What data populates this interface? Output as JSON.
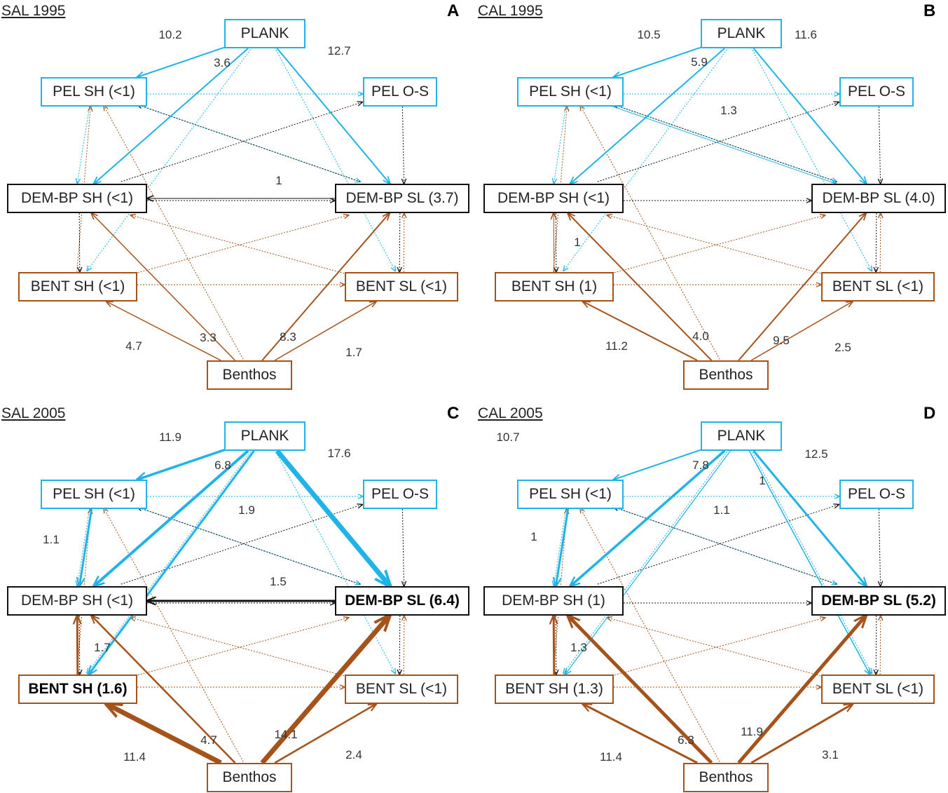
{
  "colors": {
    "plankton": "#1fb3e8",
    "demersal": "#111111",
    "benthos": "#a5521b"
  },
  "panels": [
    {
      "id": "A",
      "title": "SAL 1995",
      "letter": "A",
      "nodes": {
        "plank": "PLANK",
        "pel_sh": "PEL SH (<1)",
        "pel_os": "PEL O-S",
        "dem_sh": "DEM-BP SH (<1)",
        "dem_sl": "DEM-BP SL (3.7)",
        "bent_sh": "BENT SH (<1)",
        "bent_sl": "BENT SL (<1)",
        "benthos": "Benthos"
      },
      "bold_nodes": [],
      "flows": [
        {
          "from": "plank",
          "to": "pel_sh",
          "value": "10.2",
          "color": "plankton",
          "width": 2
        },
        {
          "from": "plank",
          "to": "dem_sh",
          "value": "3.6",
          "color": "plankton",
          "width": 2
        },
        {
          "from": "plank",
          "to": "dem_sl",
          "value": "12.7",
          "color": "plankton",
          "width": 2
        },
        {
          "from": "dem_sl",
          "to": "dem_sh",
          "value": "1",
          "color": "demersal",
          "width": 1
        },
        {
          "from": "benthos",
          "to": "bent_sh",
          "value": "4.7",
          "color": "benthos",
          "width": 1.5
        },
        {
          "from": "benthos",
          "to": "dem_sh",
          "value": "3.3",
          "color": "benthos",
          "width": 1.5
        },
        {
          "from": "benthos",
          "to": "dem_sl",
          "value": "8.3",
          "color": "benthos",
          "width": 2
        },
        {
          "from": "benthos",
          "to": "bent_sl",
          "value": "1.7",
          "color": "benthos",
          "width": 1.5
        }
      ]
    },
    {
      "id": "B",
      "title": "CAL 1995",
      "letter": "B",
      "nodes": {
        "plank": "PLANK",
        "pel_sh": "PEL SH (<1)",
        "pel_os": "PEL O-S",
        "dem_sh": "DEM-BP SH (<1)",
        "dem_sl": "DEM-BP SL (4.0)",
        "bent_sh": "BENT SH (1)",
        "bent_sl": "BENT SL (<1)",
        "benthos": "Benthos"
      },
      "bold_nodes": [],
      "flows": [
        {
          "from": "plank",
          "to": "pel_sh",
          "value": "10.5",
          "color": "plankton",
          "width": 2
        },
        {
          "from": "plank",
          "to": "dem_sh",
          "value": "5.9",
          "color": "plankton",
          "width": 2
        },
        {
          "from": "plank",
          "to": "dem_sl",
          "value": "11.6",
          "color": "plankton",
          "width": 2
        },
        {
          "from": "pel_sh",
          "to": "dem_sl",
          "value": "1.3",
          "color": "plankton",
          "width": 1
        },
        {
          "from": "bent_sh",
          "to": "dem_sh",
          "value": "1",
          "color": "benthos",
          "width": 1
        },
        {
          "from": "benthos",
          "to": "bent_sh",
          "value": "11.2",
          "color": "benthos",
          "width": 2
        },
        {
          "from": "benthos",
          "to": "dem_sh",
          "value": "4.0",
          "color": "benthos",
          "width": 2
        },
        {
          "from": "benthos",
          "to": "dem_sl",
          "value": "9.5",
          "color": "benthos",
          "width": 2
        },
        {
          "from": "benthos",
          "to": "bent_sl",
          "value": "2.5",
          "color": "benthos",
          "width": 1.5
        }
      ]
    },
    {
      "id": "C",
      "title": "SAL 2005",
      "letter": "C",
      "nodes": {
        "plank": "PLANK",
        "pel_sh": "PEL SH (<1)",
        "pel_os": "PEL O-S",
        "dem_sh": "DEM-BP SH (<1)",
        "dem_sl": "DEM-BP SL (6.4)",
        "bent_sh": "BENT SH (1.6)",
        "bent_sl": "BENT SL (<1)",
        "benthos": "Benthos"
      },
      "bold_nodes": [
        "dem_sl",
        "bent_sh"
      ],
      "flows": [
        {
          "from": "plank",
          "to": "pel_sh",
          "value": "11.9",
          "color": "plankton",
          "width": 3.5
        },
        {
          "from": "plank",
          "to": "dem_sh",
          "value": "6.8",
          "color": "plankton",
          "width": 4
        },
        {
          "from": "plank",
          "to": "bent_sh",
          "value": "1.9",
          "color": "plankton",
          "width": 3
        },
        {
          "from": "plank",
          "to": "dem_sl",
          "value": "17.6",
          "color": "plankton",
          "width": 7
        },
        {
          "from": "pel_sh",
          "to": "dem_sh",
          "value": "1.1",
          "color": "plankton",
          "width": 3
        },
        {
          "from": "dem_sl",
          "to": "dem_sh",
          "value": "1.5",
          "color": "demersal",
          "width": 3
        },
        {
          "from": "bent_sh",
          "to": "dem_sh",
          "value": "1.7",
          "color": "benthos",
          "width": 3
        },
        {
          "from": "benthos",
          "to": "bent_sh",
          "value": "11.4",
          "color": "benthos",
          "width": 7
        },
        {
          "from": "benthos",
          "to": "dem_sh",
          "value": "4.7",
          "color": "benthos",
          "width": 2.5
        },
        {
          "from": "benthos",
          "to": "dem_sl",
          "value": "14.1",
          "color": "benthos",
          "width": 7
        },
        {
          "from": "benthos",
          "to": "bent_sl",
          "value": "2.4",
          "color": "benthos",
          "width": 2.5
        }
      ]
    },
    {
      "id": "D",
      "title": "CAL 2005",
      "letter": "D",
      "nodes": {
        "plank": "PLANK",
        "pel_sh": "PEL SH (<1)",
        "pel_os": "PEL O-S",
        "dem_sh": "DEM-BP SH (1)",
        "dem_sl": "DEM-BP SL (5.2)",
        "bent_sh": "BENT SH (1.3)",
        "bent_sl": "BENT SL (<1)",
        "benthos": "Benthos"
      },
      "bold_nodes": [
        "dem_sl"
      ],
      "flows": [
        {
          "from": "plank",
          "to": "pel_sh",
          "value": "10.7",
          "color": "plankton",
          "width": 2
        },
        {
          "from": "plank",
          "to": "dem_sh",
          "value": "7.8",
          "color": "plankton",
          "width": 3.5
        },
        {
          "from": "plank",
          "to": "bent_sh",
          "value": "1.1",
          "color": "plankton",
          "width": 1.2
        },
        {
          "from": "plank",
          "to": "bent_sl",
          "value": "1",
          "color": "plankton",
          "width": 1.5
        },
        {
          "from": "plank",
          "to": "dem_sl",
          "value": "12.5",
          "color": "plankton",
          "width": 3
        },
        {
          "from": "pel_sh",
          "to": "dem_sh",
          "value": "1",
          "color": "plankton",
          "width": 3
        },
        {
          "from": "bent_sh",
          "to": "dem_sh",
          "value": "1.3",
          "color": "benthos",
          "width": 3
        },
        {
          "from": "benthos",
          "to": "bent_sh",
          "value": "11.4",
          "color": "benthos",
          "width": 3
        },
        {
          "from": "benthos",
          "to": "dem_sh",
          "value": "6.3",
          "color": "benthos",
          "width": 5
        },
        {
          "from": "benthos",
          "to": "dem_sl",
          "value": "11.9",
          "color": "benthos",
          "width": 5
        },
        {
          "from": "benthos",
          "to": "bent_sl",
          "value": "3.1",
          "color": "benthos",
          "width": 3
        }
      ]
    }
  ],
  "minor_flows": [
    {
      "from": "plank",
      "to": "bent_sh",
      "color": "plankton"
    },
    {
      "from": "plank",
      "to": "bent_sl",
      "color": "plankton"
    },
    {
      "from": "pel_sh",
      "to": "pel_os",
      "color": "plankton"
    },
    {
      "from": "pel_sh",
      "to": "dem_sl",
      "color": "plankton"
    },
    {
      "from": "pel_sh",
      "to": "dem_sh",
      "color": "plankton"
    },
    {
      "from": "pel_os",
      "to": "dem_sl",
      "color": "demersal"
    },
    {
      "from": "dem_sl",
      "to": "pel_sh",
      "color": "demersal"
    },
    {
      "from": "dem_sh",
      "to": "pel_os",
      "color": "demersal"
    },
    {
      "from": "dem_sh",
      "to": "dem_sl",
      "color": "demersal"
    },
    {
      "from": "dem_sh",
      "to": "bent_sh",
      "color": "demersal"
    },
    {
      "from": "dem_sl",
      "to": "bent_sl",
      "color": "demersal"
    },
    {
      "from": "bent_sh",
      "to": "bent_sl",
      "color": "benthos"
    },
    {
      "from": "bent_sh",
      "to": "dem_sl",
      "color": "benthos"
    },
    {
      "from": "bent_sl",
      "to": "dem_sh",
      "color": "benthos"
    },
    {
      "from": "bent_sl",
      "to": "dem_sl",
      "color": "benthos"
    },
    {
      "from": "bent_sh",
      "to": "pel_sh",
      "color": "benthos"
    },
    {
      "from": "benthos",
      "to": "pel_sh",
      "color": "benthos"
    }
  ]
}
